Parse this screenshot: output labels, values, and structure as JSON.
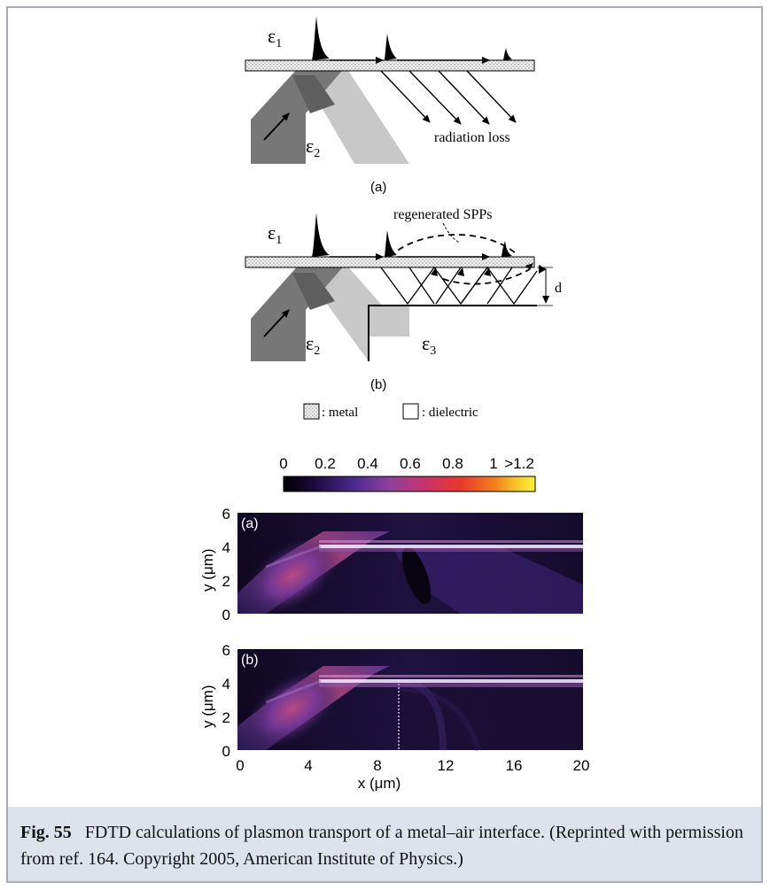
{
  "schematic": {
    "panel_a": {
      "eps1": "ε",
      "eps1_sub": "1",
      "eps2": "ε",
      "eps2_sub": "2",
      "radiation_label": "radiation loss",
      "label": "(a)"
    },
    "panel_b": {
      "eps1": "ε",
      "eps1_sub": "1",
      "eps2": "ε",
      "eps2_sub": "2",
      "eps3": "ε",
      "eps3_sub": "3",
      "regenerated_label": "regenerated SPPs",
      "d_label": "d",
      "label": "(b)"
    },
    "legend": {
      "metal_label": ": metal",
      "dielectric_label": ": dielectric"
    }
  },
  "colorbar": {
    "ticks": [
      "0",
      "0.2",
      "0.4",
      "0.6",
      "0.8",
      "1",
      ">1.2"
    ]
  },
  "field_plots": {
    "panel_a_label": "(a)",
    "panel_b_label": "(b)",
    "ylabel": "y (μm)",
    "xlabel": "x (μm)",
    "y_ticks": [
      "6",
      "4",
      "2",
      "0"
    ],
    "x_ticks": [
      "0",
      "4",
      "8",
      "12",
      "16",
      "20"
    ]
  },
  "caption": {
    "fig_label": "Fig. 55",
    "text": "FDTD calculations of plasmon transport of a metal–air interface. (Reprinted with permission from ref. 164. Copyright 2005, American Institute of Physics.)"
  },
  "colors": {
    "caption_bg": "#dde2ec",
    "frame_border": "#a8acb4"
  }
}
